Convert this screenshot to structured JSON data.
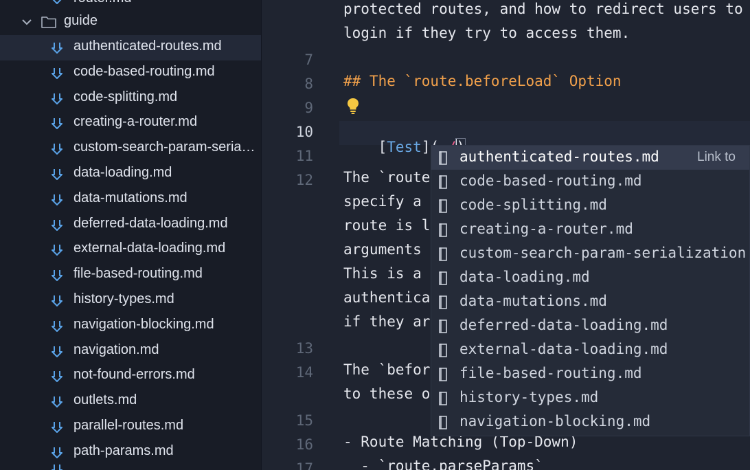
{
  "sidebar": {
    "top_partial_file": "router.md",
    "folder": {
      "label": "guide",
      "expanded": true
    },
    "files": [
      {
        "label": "authenticated-routes.md",
        "active": true
      },
      {
        "label": "code-based-routing.md"
      },
      {
        "label": "code-splitting.md"
      },
      {
        "label": "creating-a-router.md"
      },
      {
        "label": "custom-search-param-serialization.md"
      },
      {
        "label": "data-loading.md"
      },
      {
        "label": "data-mutations.md"
      },
      {
        "label": "deferred-data-loading.md"
      },
      {
        "label": "external-data-loading.md"
      },
      {
        "label": "file-based-routing.md"
      },
      {
        "label": "history-types.md"
      },
      {
        "label": "navigation-blocking.md"
      },
      {
        "label": "navigation.md"
      },
      {
        "label": "not-found-errors.md"
      },
      {
        "label": "outlets.md"
      },
      {
        "label": "parallel-routes.md"
      },
      {
        "label": "path-params.md"
      }
    ]
  },
  "editor": {
    "lines": [
      {
        "num": "",
        "text": "protected routes, and how to redirect users to"
      },
      {
        "num": "",
        "text": "login if they try to access them."
      },
      {
        "num": "7",
        "text": ""
      },
      {
        "num": "8",
        "text": "## The `route.beforeLoad` Option"
      },
      {
        "num": "9",
        "text": ""
      },
      {
        "num": "10",
        "text": ""
      },
      {
        "num": "11",
        "text": ""
      },
      {
        "num": "12",
        "text": "The `route.beforeLoad` option allows you to"
      },
      {
        "num": "",
        "text": "specify a function that will be called before a"
      },
      {
        "num": "",
        "text": "route is loaded. It receives all of the same"
      },
      {
        "num": "",
        "text": "arguments that the `route.loader` function does."
      },
      {
        "num": "",
        "text": "This is a great place to check if a user is"
      },
      {
        "num": "",
        "text": "authenticated, and redirect them to a login page"
      },
      {
        "num": "",
        "text": "if they are not."
      },
      {
        "num": "13",
        "text": ""
      },
      {
        "num": "14",
        "text": "The `beforeLoad` function runs in relative order"
      },
      {
        "num": "",
        "text": "to these other route loading functions:"
      },
      {
        "num": "15",
        "text": ""
      },
      {
        "num": "16",
        "text": "- Route Matching (Top-Down)"
      },
      {
        "num": "17",
        "text": "  - `route.parseParams`"
      }
    ],
    "link": {
      "open": "[",
      "text": "Test",
      "mid": "](",
      "url": "./",
      "close": ")"
    },
    "current_line": "10"
  },
  "suggest": {
    "items": [
      {
        "label": "authenticated-routes.md",
        "detail": "Link to",
        "selected": true
      },
      {
        "label": "code-based-routing.md"
      },
      {
        "label": "code-splitting.md"
      },
      {
        "label": "creating-a-router.md"
      },
      {
        "label": "custom-search-param-serialization.md"
      },
      {
        "label": "data-loading.md"
      },
      {
        "label": "data-mutations.md"
      },
      {
        "label": "deferred-data-loading.md"
      },
      {
        "label": "external-data-loading.md"
      },
      {
        "label": "file-based-routing.md"
      },
      {
        "label": "history-types.md"
      },
      {
        "label": "navigation-blocking.md"
      }
    ]
  },
  "colors": {
    "accent_icon": "#5aa3e8",
    "heading": "#f2a14b",
    "link_text": "#6aa9e6",
    "link_url": "#ef5d8c",
    "bulb": "#f5c842"
  }
}
